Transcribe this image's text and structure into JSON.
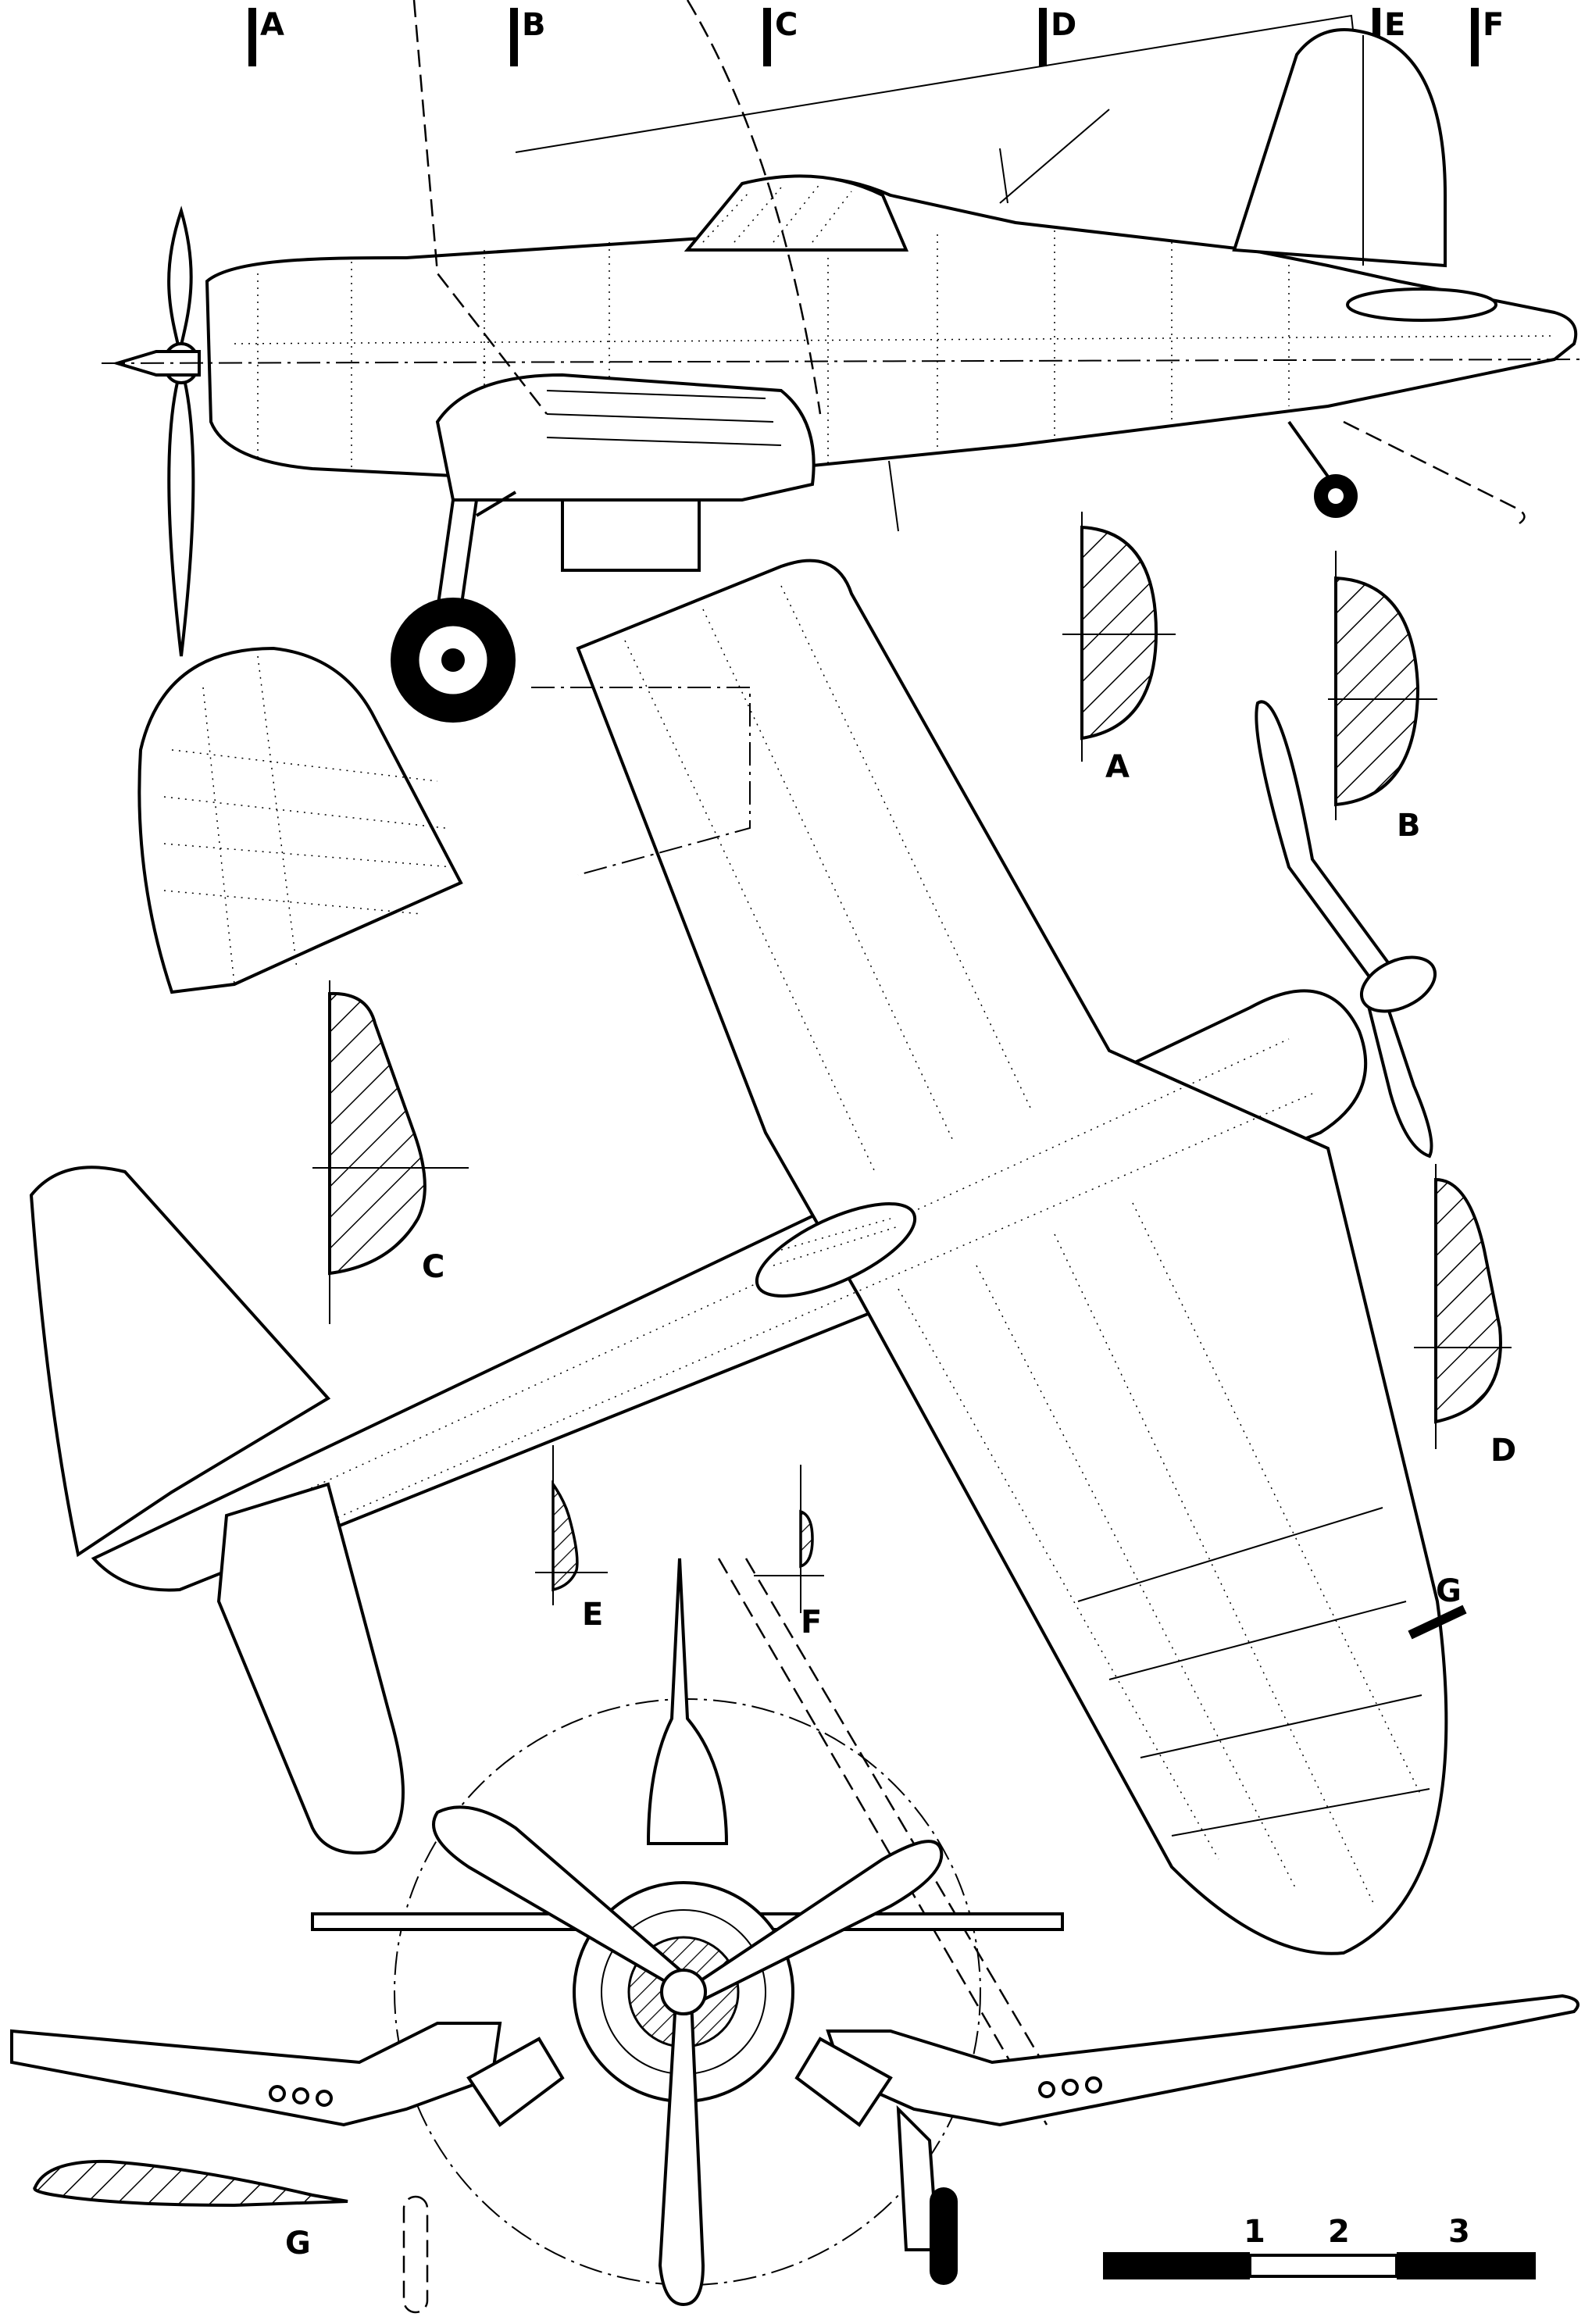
{
  "drawing": {
    "section_markers_top": [
      "A",
      "B",
      "C",
      "D",
      "E",
      "F"
    ],
    "section_profiles": [
      {
        "id": "A",
        "label": "A"
      },
      {
        "id": "B",
        "label": "B"
      },
      {
        "id": "C",
        "label": "C"
      },
      {
        "id": "D",
        "label": "D"
      },
      {
        "id": "E",
        "label": "E"
      },
      {
        "id": "F",
        "label": "F"
      },
      {
        "id": "G",
        "label": "G"
      }
    ],
    "section_cut_marker": "G",
    "airfoil_label": "G",
    "scale_bar": {
      "ticks": [
        "1",
        "2",
        "3"
      ],
      "segments": [
        "black",
        "white",
        "black"
      ]
    },
    "ink_color": "#000000",
    "paper_color": "#ffffff"
  }
}
